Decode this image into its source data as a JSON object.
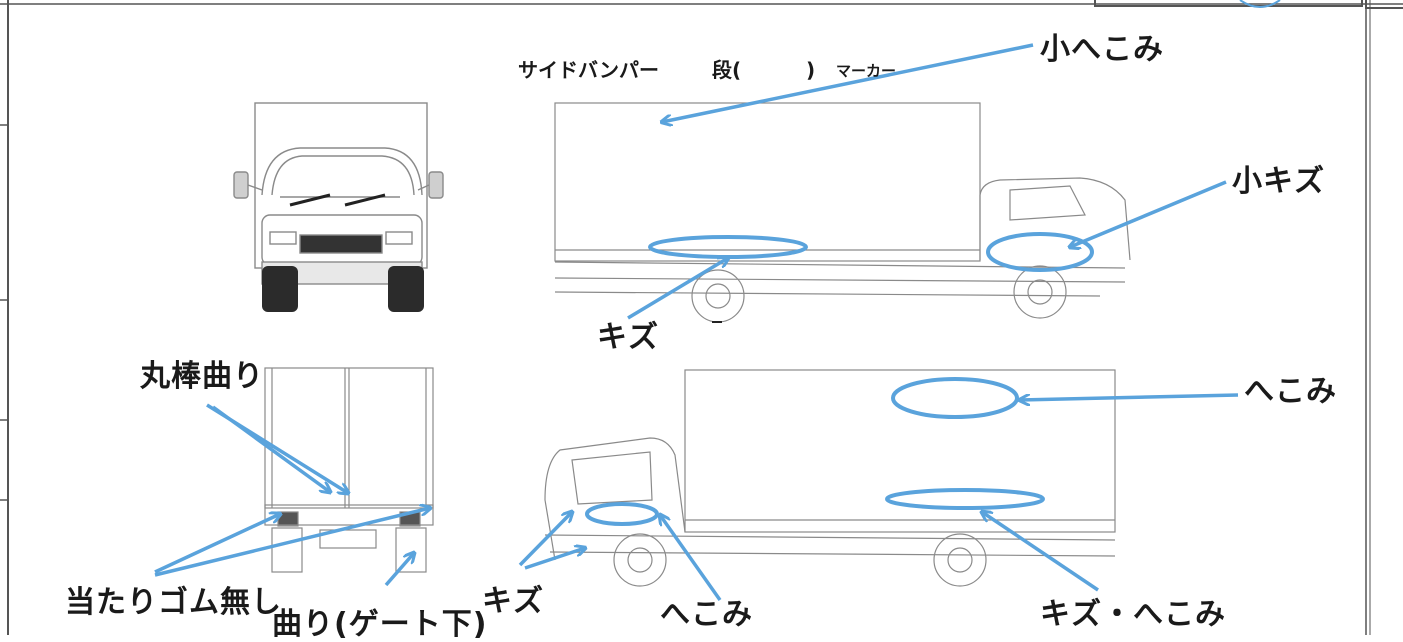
{
  "header": {
    "side_bumper_label": "サイドバンパー",
    "step_label": "段(",
    "step_close": ")",
    "marker_label": "マーカー"
  },
  "annotations": {
    "small_dent": "小へこみ",
    "small_scratch": "小キズ",
    "scratch_left_side": "キズ",
    "dent_right_box": "へこみ",
    "round_bar_bent": "丸棒曲り",
    "bumper_rubber_missing": "当たりゴム無し",
    "bent_under_gate": "曲り(ゲート下)",
    "scratch_cab": "キズ",
    "dent_cab": "へこみ",
    "scratch_dent_box": "キズ・へこみ"
  },
  "colors": {
    "annotation_blue": "#5aa3dc",
    "line_drawing": "#8a8a8a",
    "frame": "#555555"
  },
  "icons": {
    "front_view": "truck-front-view-icon",
    "rear_view": "truck-rear-view-icon",
    "left_side_view": "truck-left-side-view-icon",
    "right_side_view": "truck-right-side-view-icon"
  }
}
